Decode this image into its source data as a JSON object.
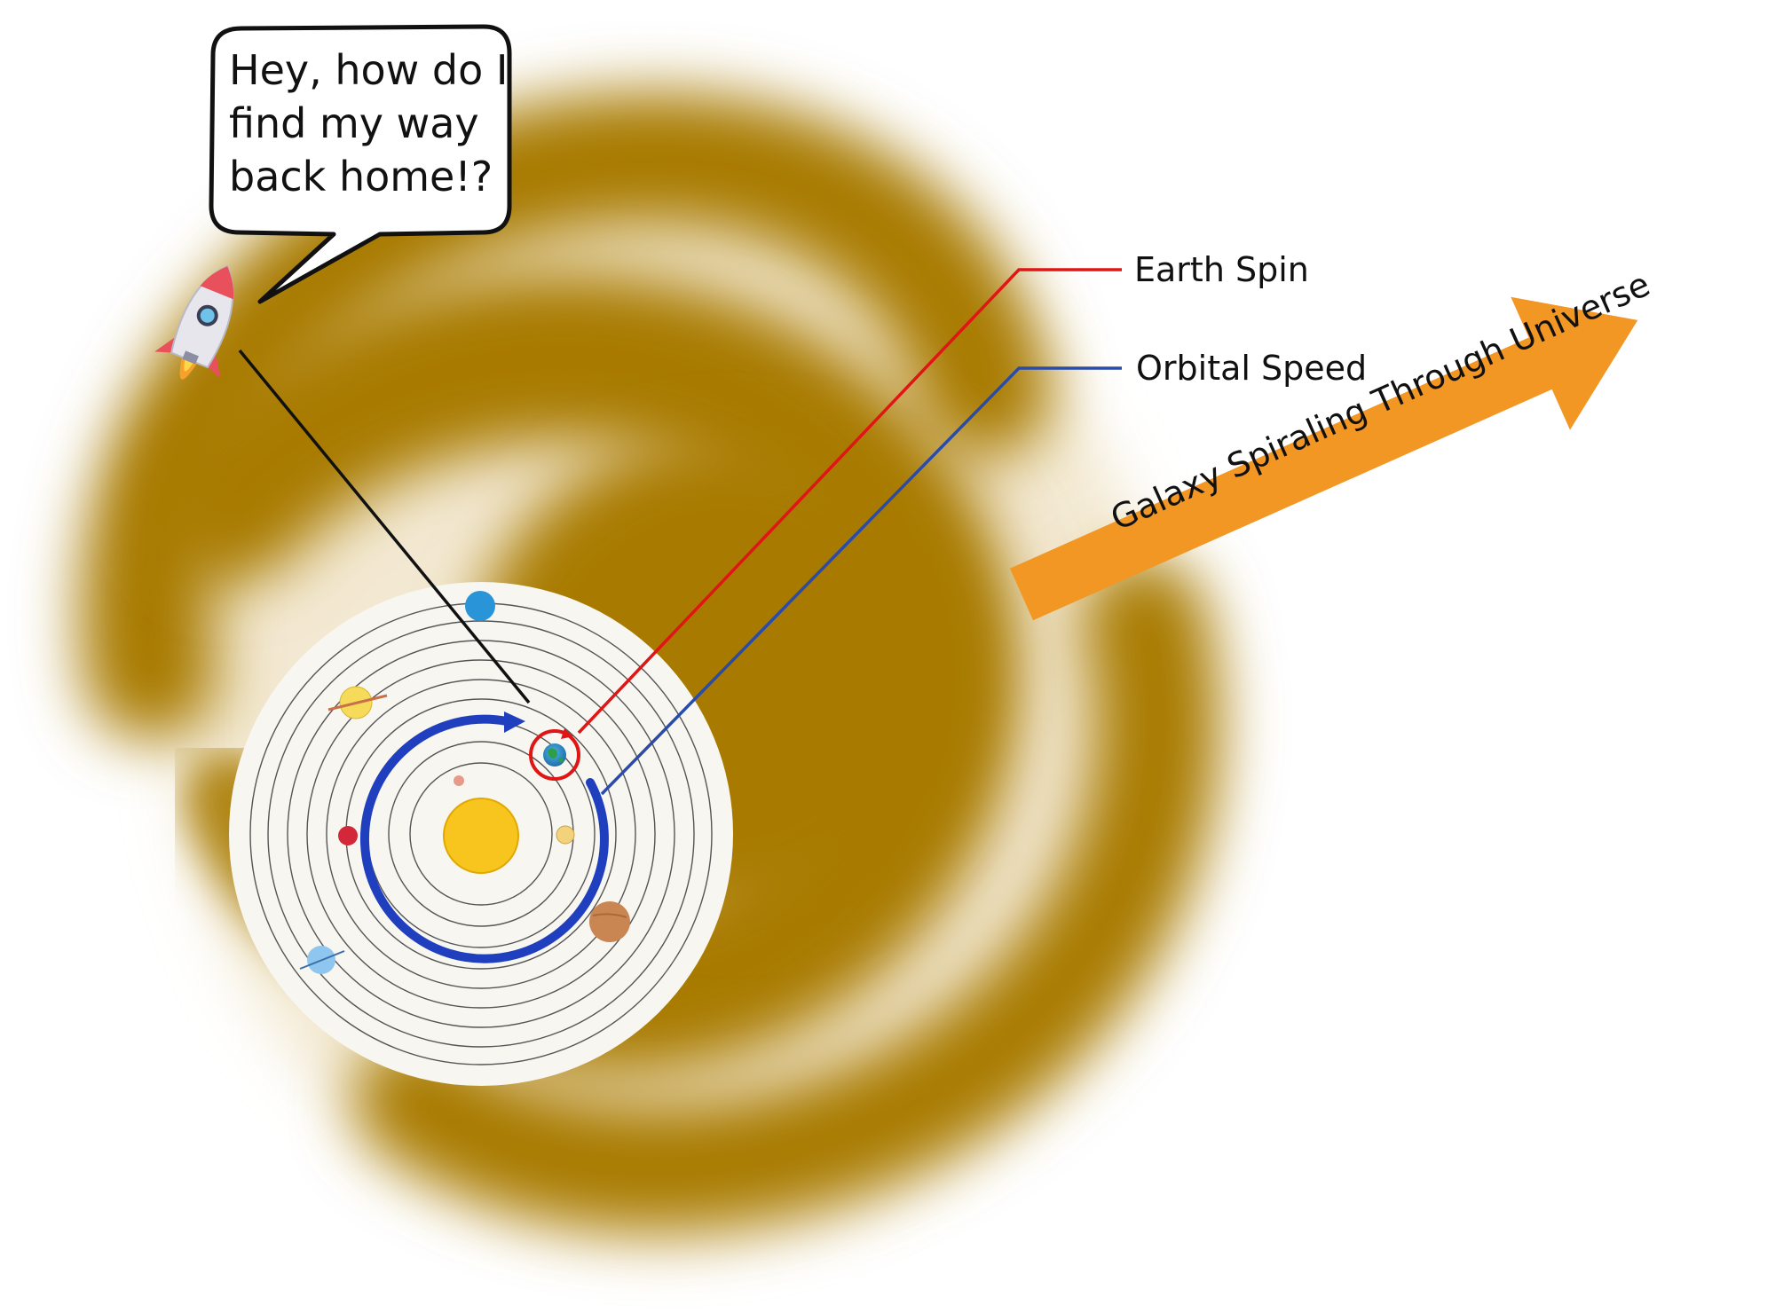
{
  "speech_bubble": {
    "lines": [
      "Hey, how do I",
      "find my way",
      "back home!?"
    ]
  },
  "labels": {
    "earth_spin": "Earth Spin",
    "orbital_speed": "Orbital Speed",
    "galaxy_motion": "Galaxy Spiraling Through Universe"
  },
  "colors": {
    "galaxy": "#A87A05",
    "galaxy_glow": "#F1E6CB",
    "solar_disc": "#F8F6F0",
    "orbit_lines": "#555555",
    "sun": "#F8C51E",
    "earth_spin_line": "#E01515",
    "orbital_speed_line": "#2A4BA8",
    "orbit_arrow": "#1F3FBF",
    "galaxy_arrow": "#F29624",
    "rocket_pointer": "#111111"
  },
  "icons": {
    "rocket": "rocket-icon",
    "earth": "earth-icon",
    "sun": "sun-icon"
  }
}
